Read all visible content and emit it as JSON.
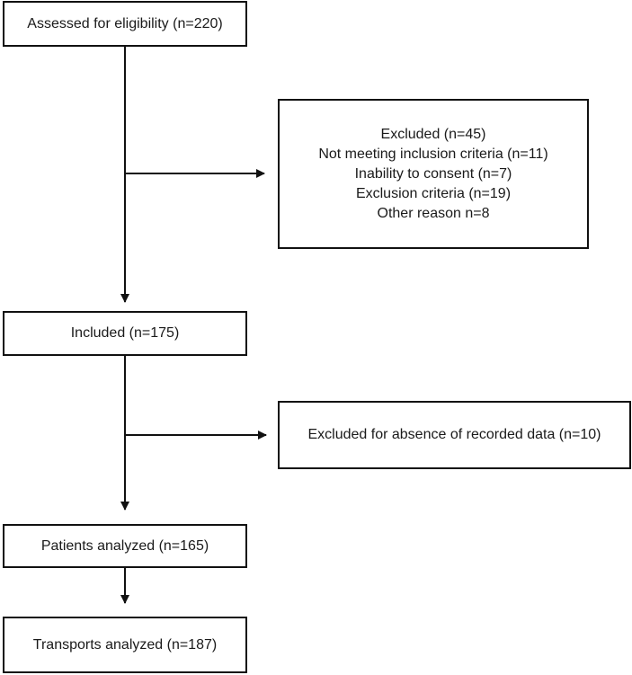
{
  "flowchart": {
    "assessed": "Assessed for eligibility (n=220)",
    "excluded": {
      "title": "Excluded (n=45)",
      "reasons": [
        "Not meeting inclusion criteria (n=11)",
        "Inability to consent (n=7)",
        "Exclusion criteria (n=19)",
        "Other reason n=8"
      ]
    },
    "included": "Included (n=175)",
    "excluded_absence": "Excluded for absence of recorded data (n=10)",
    "patients_analyzed": "Patients analyzed (n=165)",
    "transports_analyzed": "Transports analyzed (n=187)"
  }
}
